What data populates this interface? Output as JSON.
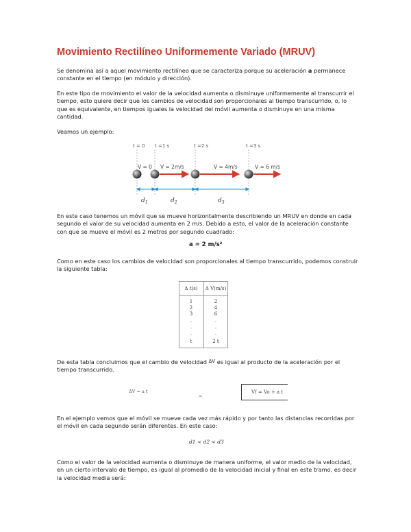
{
  "title": "Movimiento Rectilíneo Uniformemente Variado (MRUV)",
  "p1_a": "Se denomina así a aquel movimiento rectilíneo que se caracteriza porque su aceleración ",
  "p1_bold": "a",
  "p1_b": " permanece constante en el tiempo (en módulo y dirección).",
  "p2": "En este tipo de movimiento el valor de la velocidad aumenta o disminuye uniformemente al transcurrir el tiempo, esto quiere decir que los cambios de velocidad son proporcionales al tiempo transcurrido, o, lo que es equivalente, en tiempos iguales la velocidad del móvil aumenta o disminuye en una misma cantidad.",
  "p3": "Veamos un ejemplo:",
  "diagram": {
    "times": [
      "t = 0",
      "t =1 s",
      "t =2 s",
      "t =3 s"
    ],
    "velocities": [
      "V = 0",
      "V = 2m/s",
      "V = 4m/s",
      "V = 6 m/s"
    ],
    "distances": [
      "d1",
      "d2",
      "d3"
    ]
  },
  "p4": "En este caso tenemos un móvil que se mueve horizontalmente describiendo un MRUV en donde en cada segundo el valor de su velocidad aumenta en 2 m/s. Debido a esto, el valor de la aceleración constante con que se mueve el móvil es 2 metros por segundo cuadrado:",
  "formula_a": "a = 2 m/s²",
  "p5": "Como en este caso los cambios de velocidad son proporcionales al tiempo transcurrido, podemos construir la siguiente tabla:",
  "table": {
    "headers": [
      "Δ t(s)",
      "Δ V(m/s)"
    ],
    "col1": [
      "1",
      "2",
      "3",
      ".",
      ".",
      ".",
      "t"
    ],
    "col2": [
      "2",
      "4",
      "6",
      ".",
      ".",
      ".",
      "2 t"
    ]
  },
  "p6_a": "De esta tabla concluimos que el cambio de velocidad ",
  "p6_delta": "ΔV",
  "p6_b": " es igual al producto de la aceleración por el tiempo transcurrido.",
  "eq_left": "ΔV = a t",
  "eq_arrow": "⇒",
  "eq_right": "Vf = Vo + a t",
  "p7": "En el ejemplo vemos que el móvil se mueve cada vez más rápido y por tanto las distancias recorridas por el móvil en cada segundo serán diferentes. En este caso:",
  "ineq": "d1 < d2 < d3",
  "p8": "Como el valor de la velocidad aumenta o disminuye de manera uniforme, el valor medio de la velocidad, en un cierto intervalo de tiempo, es igual al promedio de la velocidad inicial y final en este tramo, es decir la velocidad media será:"
}
